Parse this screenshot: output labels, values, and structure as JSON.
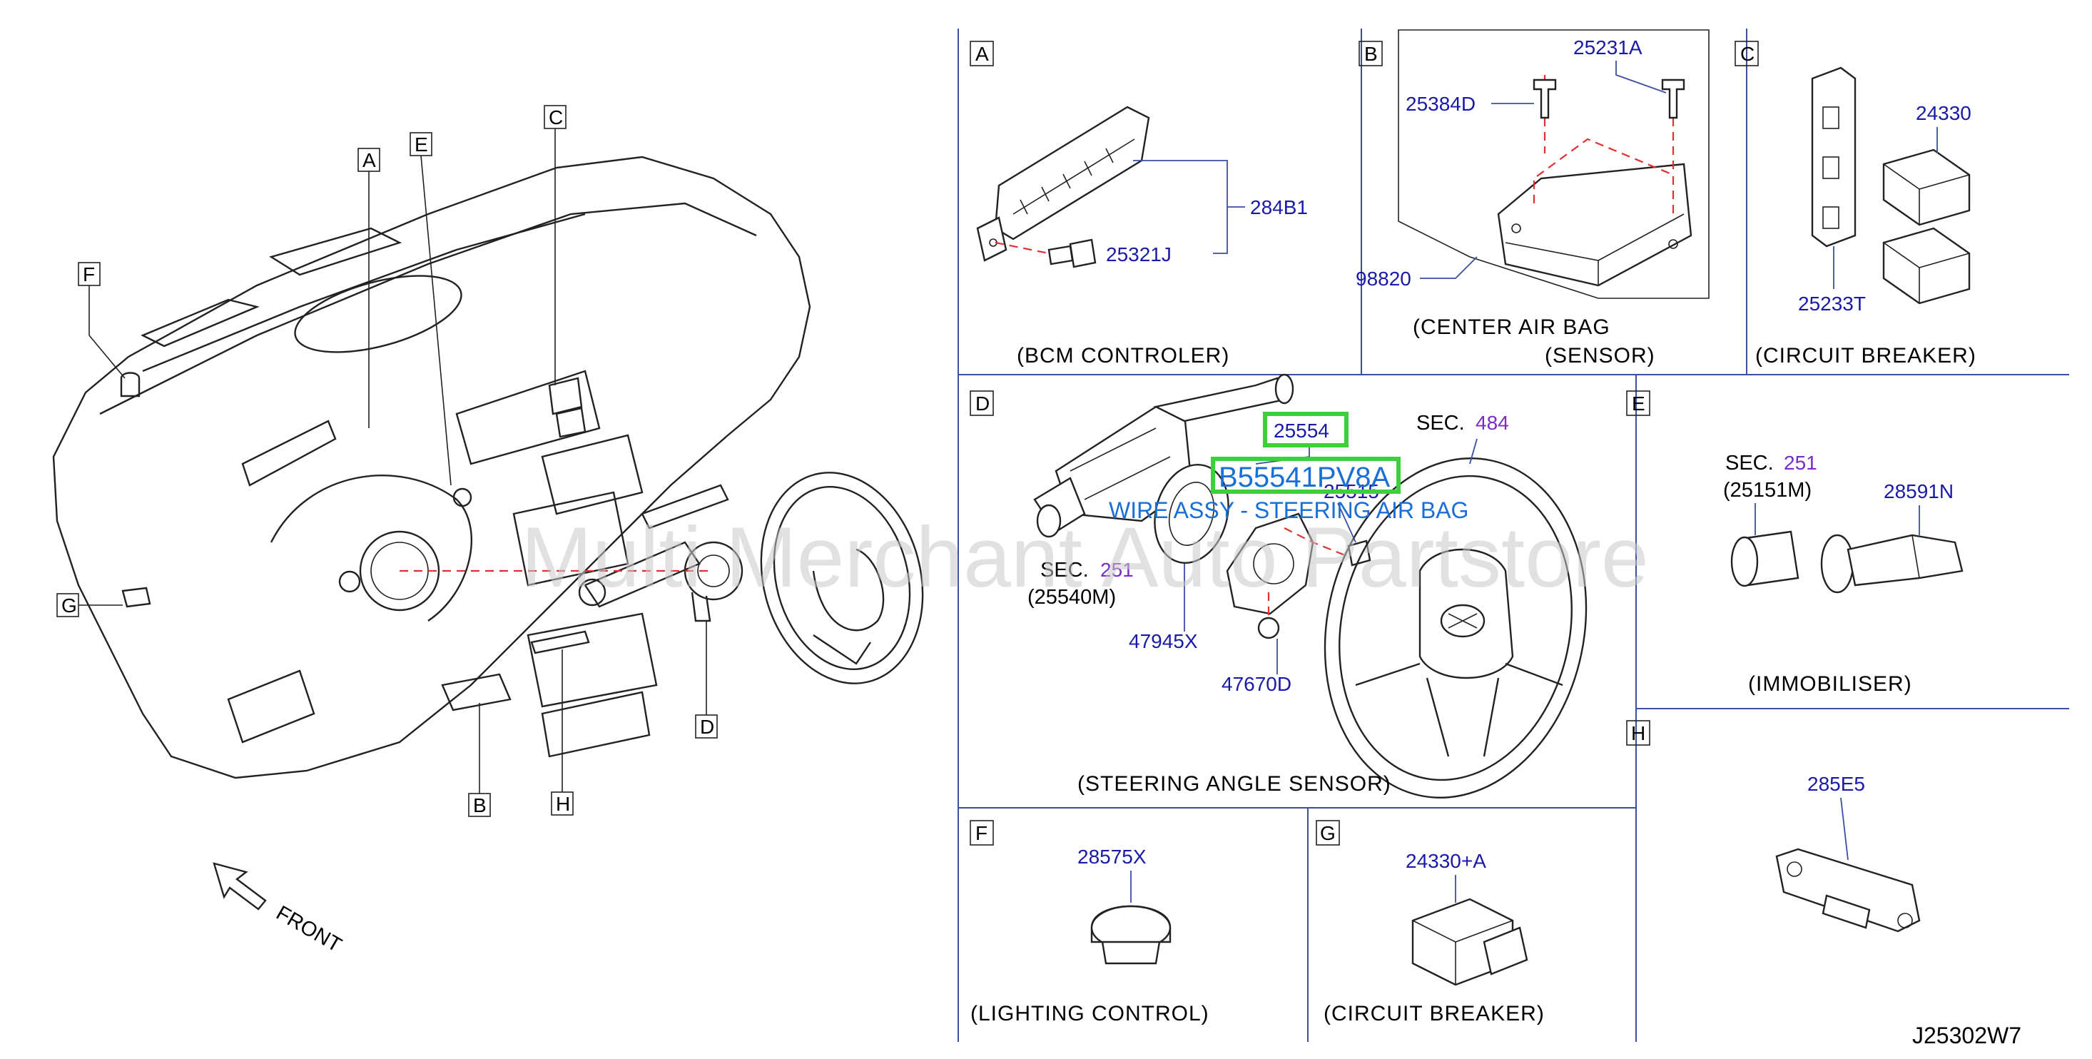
{
  "overview": {
    "callouts": {
      "A": "A",
      "B": "B",
      "C": "C",
      "D": "D",
      "E": "E",
      "F": "F",
      "G": "G",
      "H": "H"
    },
    "front_label": "FRONT"
  },
  "panels": {
    "A": {
      "letter": "A",
      "caption": "(BCM   CONTROLER)",
      "parts": [
        "284B1",
        "25321J"
      ]
    },
    "B": {
      "letter": "B",
      "caption_line1": "(CENTER   AIR   BAG",
      "caption_line2": "(SENSOR)",
      "parts": [
        "25231A",
        "25384D",
        "98820"
      ]
    },
    "C": {
      "letter": "C",
      "caption": "(CIRCUIT   BREAKER)",
      "parts": [
        "24330",
        "25233T"
      ]
    },
    "D": {
      "letter": "D",
      "caption": "(STEERING   ANGLE   SENSOR)",
      "parts": [
        "25554",
        "25515",
        "47945X",
        "47670D"
      ],
      "sec_left_prefix": "SEC.",
      "sec_left_num": "251",
      "sec_left_ref": "(25540M)",
      "sec_right_prefix": "SEC.",
      "sec_right_num": "484"
    },
    "E": {
      "letter": "E",
      "caption": "(IMMOBILISER)",
      "parts": [
        "28591N"
      ],
      "sec_prefix": "SEC.",
      "sec_num": "251",
      "sec_ref": "(25151M)"
    },
    "F": {
      "letter": "F",
      "caption": "(LIGHTING   CONTROL)",
      "parts": [
        "28575X"
      ]
    },
    "G": {
      "letter": "G",
      "caption": "(CIRCUIT   BREAKER)",
      "parts": [
        "24330+A"
      ]
    },
    "H": {
      "letter": "H",
      "parts": [
        "285E5"
      ]
    }
  },
  "highlight": {
    "part_number": "25554",
    "oem_number": "B55541PV8A",
    "description": "WIRE ASSY - STEERING AIR BAG"
  },
  "watermark": "Multi Merchant Auto Partstore",
  "diagram_code": "J25302W7"
}
